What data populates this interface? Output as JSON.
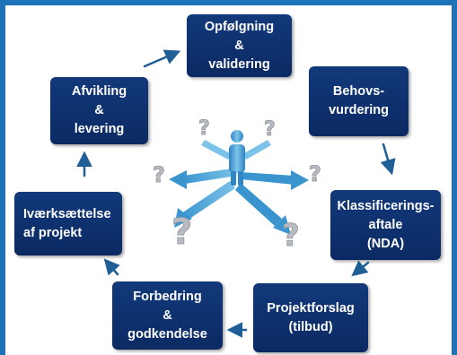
{
  "steps": [
    {
      "id": "opfoelgning",
      "lines": [
        "Opfølgning",
        "&",
        "validering"
      ]
    },
    {
      "id": "behovsvurdering",
      "lines": [
        "Behovs-",
        "vurdering"
      ]
    },
    {
      "id": "klassificeringsaftale",
      "lines": [
        "Klassificerings-",
        "aftale",
        "(NDA)"
      ]
    },
    {
      "id": "projektforslag",
      "lines": [
        "Projektforslag",
        "(tilbud)"
      ]
    },
    {
      "id": "forbedring",
      "lines": [
        "Forbedring",
        "&",
        "godkendelse"
      ]
    },
    {
      "id": "ivaerksaettelse",
      "lines": [
        "Iværksættelse",
        "af projekt"
      ]
    },
    {
      "id": "afvikling",
      "lines": [
        "Afvikling",
        "&",
        "levering"
      ]
    }
  ],
  "colors": {
    "box": "#0b2a63",
    "arrow": "#1f5f95",
    "border": "#1e73b8",
    "figure": "#4da3d6"
  },
  "icons": [
    "person-icon",
    "question-mark-icon"
  ]
}
